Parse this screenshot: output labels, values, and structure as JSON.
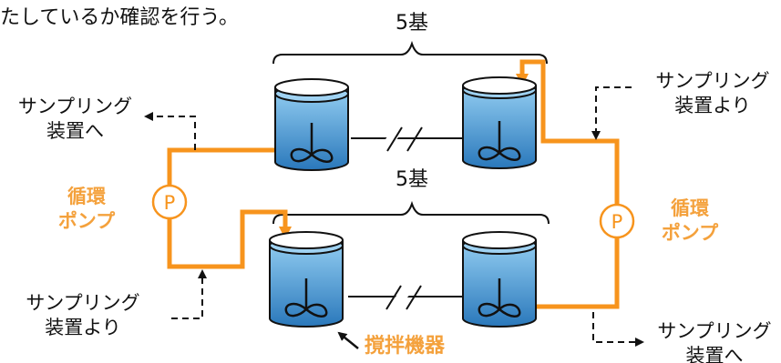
{
  "header_text": "たしているか確認を行う。",
  "upper_group": {
    "count_label": "5基"
  },
  "lower_group": {
    "count_label": "5基"
  },
  "labels": {
    "to_sampling_left": [
      "サンプリング",
      "装置へ"
    ],
    "from_sampling_left": [
      "サンプリング",
      "装置より"
    ],
    "from_sampling_right": [
      "サンプリング",
      "装置より"
    ],
    "to_sampling_right": [
      "サンプリング",
      "装置へ"
    ],
    "pump_left": [
      "循環",
      "ポンプ"
    ],
    "pump_right": [
      "循環",
      "ポンプ"
    ],
    "stirrer": "撹拌機器",
    "pump_symbol": "P"
  },
  "colors": {
    "pipe_orange": "#f7941d",
    "text_orange": "#f4a13c",
    "water_top": "#6fb7e4",
    "water_bottom": "#2d7fc1",
    "tank_outline": "#111111"
  },
  "icons": [
    "tank-icon",
    "stirrer-icon",
    "pump-icon",
    "arrow-icon"
  ]
}
